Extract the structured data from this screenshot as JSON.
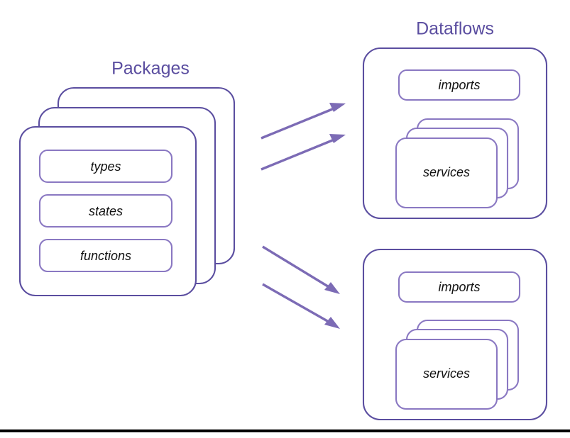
{
  "diagram": {
    "title_packages": "Packages",
    "title_dataflows": "Dataflows",
    "accent_color": "#5B4EA0",
    "inner_border_color": "#8A78C2",
    "arrow_color": "#7C6BB5",
    "background_color": "#ffffff",
    "rule_color": "#000000"
  },
  "packages": {
    "label": "Packages",
    "stack_count": 3,
    "items": [
      {
        "label": "types"
      },
      {
        "label": "states"
      },
      {
        "label": "functions"
      }
    ]
  },
  "dataflows": {
    "label": "Dataflows",
    "boxes": [
      {
        "imports_label": "imports",
        "services_label": "services",
        "services_stack_count": 3
      },
      {
        "imports_label": "imports",
        "services_label": "services",
        "services_stack_count": 3
      }
    ]
  },
  "arrows": [
    {
      "name": "packages-to-dataflow-1-a"
    },
    {
      "name": "packages-to-dataflow-1-b"
    },
    {
      "name": "packages-to-dataflow-2-a"
    },
    {
      "name": "packages-to-dataflow-2-b"
    }
  ]
}
